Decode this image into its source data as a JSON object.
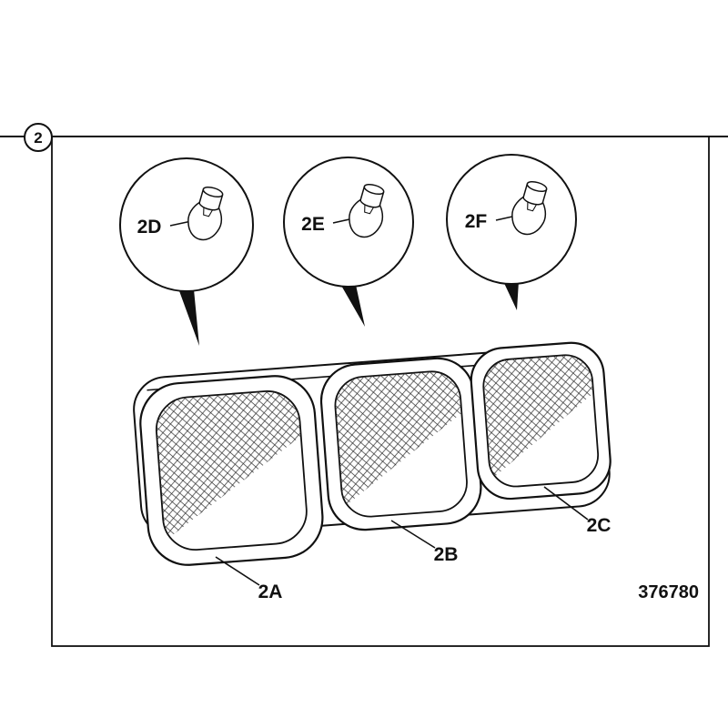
{
  "figure": {
    "number": "2",
    "part_number": "376780"
  },
  "balloons": [
    {
      "label": "2D",
      "icon": "light-bulb-icon"
    },
    {
      "label": "2E",
      "icon": "light-bulb-icon"
    },
    {
      "label": "2F",
      "icon": "light-bulb-icon"
    }
  ],
  "part_labels": [
    {
      "label": "2A",
      "part": "lens-left"
    },
    {
      "label": "2B",
      "part": "lens-middle"
    },
    {
      "label": "2C",
      "part": "lens-right"
    }
  ],
  "colors": {
    "ink": "#111111",
    "background": "#ffffff"
  }
}
